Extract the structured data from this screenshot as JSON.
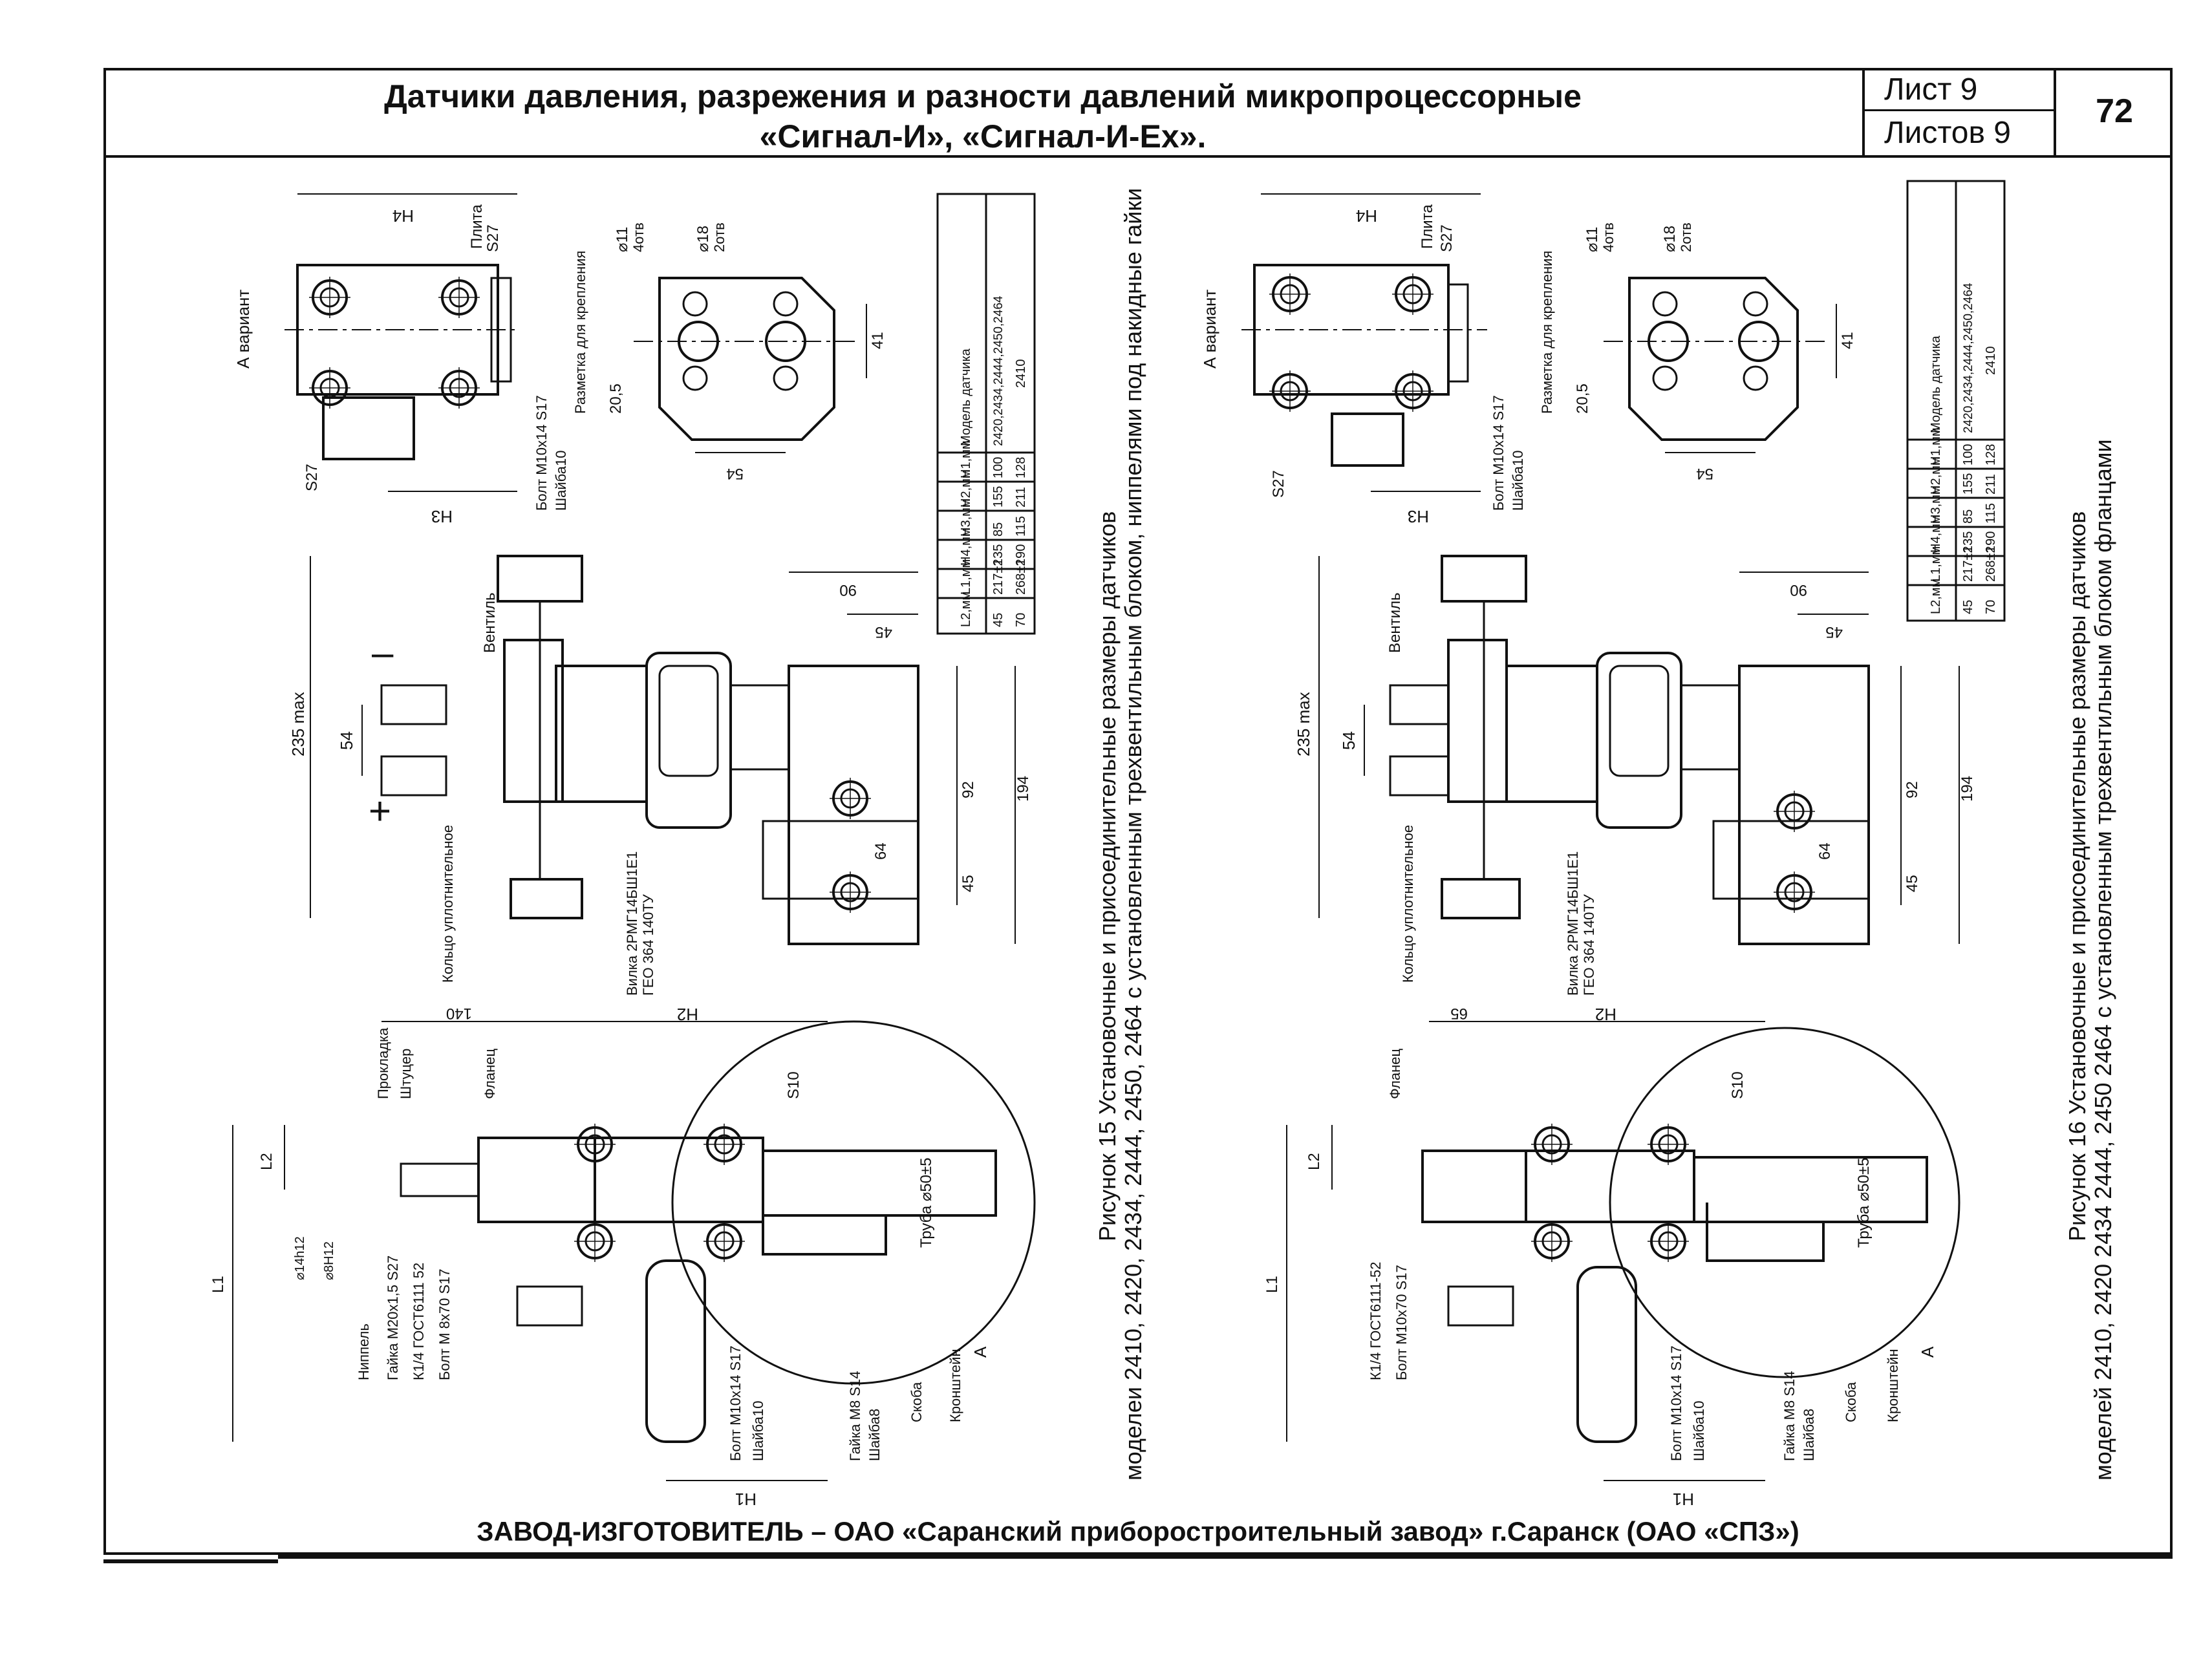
{
  "header": {
    "title_line1": "Датчики давления, разрежения и разности давлений микропроцессорные",
    "title_line2": "«Сигнал-И», «Сигнал-И-Ех».",
    "sheet_label": "Лист 9",
    "sheets_label": "Листов 9",
    "page_number": "72"
  },
  "footer": {
    "text_a": "ЗАВОД-ИЗГОТОВИТЕЛЬ – ОАО «Саранский ",
    "text_b": "приборостроительный завод",
    "text_c": "» г.Саранск (ОАО «СПЗ»)"
  },
  "figure15": {
    "caption_1": "Рисунок 15 Установочные и присоединительные размеры датчиков",
    "caption_2": "моделеи 2410, 2420, 2434, 2444, 2450, 2464 с установленным трехвентильным блоком, ниппелями под накидные гайки",
    "variant": "А вариант",
    "plate": "Плита",
    "s27_top": "S27",
    "s27_left": "S27",
    "bolt_top": "Болт М10х14 S17",
    "washer_top": "Шайба10",
    "marking": "Разметка для крепления",
    "hole11": "⌀11",
    "hole11_count": "4отв",
    "hole18": "⌀18",
    "hole18_count": "2отв",
    "dim_41": "41",
    "dim_20_5": "20,5",
    "dim_54": "54",
    "dim_h3": "Н3",
    "dim_h4": "Н4",
    "valve": "Вентиль",
    "dim_235": "235 max",
    "dim_54b": "54",
    "minus": "–",
    "plus": "+",
    "ring": "Кольцо уплотнительное",
    "plug": "Вилка 2РМГ14БШ1Е1",
    "plug_spec": "ГЕО 364 140ТУ",
    "dim_90": "90",
    "dim_45": "45",
    "dim_92": "92",
    "dim_194": "194",
    "dim_64": "64",
    "dim_45b": "45",
    "gasket": "Прокладка",
    "fitting": "Штуцер",
    "flange": "Фланец",
    "dim_140": "140",
    "dim_h2": "Н2",
    "s10": "S10",
    "pipe": "Труба ⌀50±5",
    "dim_l2": "L2",
    "dim_l1": "L1",
    "d14": "⌀14h12",
    "d8": "⌀8H12",
    "nipple": "Ниппель",
    "nut": "Гайка М20х1,5 S27",
    "k14": "К1/4 ГОСТ6111 52",
    "bolt2": "Болт М 8х70 S17",
    "bolt3": "Болт М10х14 S17",
    "washer3": "Шайба10",
    "nut8": "Гайка М8 S14",
    "washer8": "Шайба8",
    "staple": "Скоба",
    "bracket": "Кронштейн",
    "a_label": "А",
    "dim_h1": "Н1",
    "table": {
      "headers": [
        "Модель датчика",
        "Н1,мм",
        "Н2,мм",
        "Н3,мм",
        "Н4,мм",
        "L1,мм",
        "L2,мм"
      ],
      "rows": [
        [
          "2420,2434,2444,2450,2464",
          "100",
          "155",
          "85",
          "135",
          "217±2",
          "45"
        ],
        [
          "2410",
          "128",
          "211",
          "115",
          "190",
          "268±2",
          "70"
        ]
      ]
    }
  },
  "figure16": {
    "caption_1": "Рисунок 16 Установочные и присоединительные размеры датчиков",
    "caption_2": "моделей 2410, 2420 2434 2444, 2450 2464 с установленным трехвентильным блоком фланцами",
    "variant": "А вариант",
    "plate": "Плита",
    "s27_top": "S27",
    "s27_left": "S27",
    "bolt_top": "Болт М10х14 S17",
    "washer_top": "Шайба10",
    "marking": "Разметка для крепления",
    "hole11": "⌀11",
    "hole11_count": "4отв",
    "hole18": "⌀18",
    "hole18_count": "2отв",
    "dim_41": "41",
    "dim_20_5": "20,5",
    "dim_54": "54",
    "dim_h3": "Н3",
    "dim_h4": "Н4",
    "valve": "Вентиль",
    "dim_235": "235 max",
    "dim_54b": "54",
    "ring": "Кольцо уплотнительное",
    "plug": "Вилка 2РМГ14БШ1Е1",
    "plug_spec": "ГЕО 364 140ТУ",
    "dim_90": "90",
    "dim_45": "45",
    "dim_92": "92",
    "dim_194": "194",
    "dim_64": "64",
    "dim_45b": "45",
    "flange": "Фланец",
    "dim_65": "65",
    "dim_h2": "Н2",
    "s10": "S10",
    "pipe": "Труба ⌀50±5",
    "dim_l2": "L2",
    "dim_l1": "L1",
    "k14": "К1/4 ГОСТ6111-52",
    "bolt2": "Болт М10х70 S17",
    "bolt3": "Болт М10х14 S17",
    "washer3": "Шайба10",
    "nut8": "Гайка М8 S14",
    "washer8": "Шайба8",
    "staple": "Скоба",
    "bracket": "Кронштейн",
    "a_label": "А",
    "dim_h1": "Н1",
    "table": {
      "headers": [
        "Модель датчика",
        "Н1,мм",
        "Н2,мм",
        "Н3,мм",
        "Н4,мм",
        "L1,мм",
        "L2,мм"
      ],
      "rows": [
        [
          "2420,2434,2444,2450,2464",
          "100",
          "155",
          "85",
          "135",
          "217±2",
          "45"
        ],
        [
          "2410",
          "128",
          "211",
          "115",
          "190",
          "268±2",
          "70"
        ]
      ]
    }
  }
}
